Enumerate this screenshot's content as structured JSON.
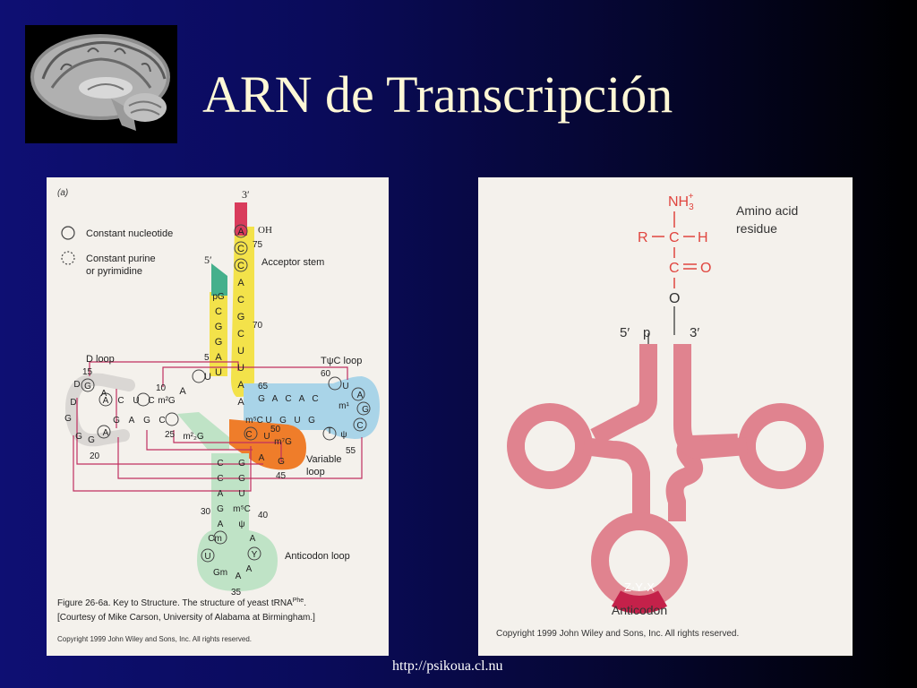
{
  "slide": {
    "title": "ARN de Transcripción",
    "url": "http://psikoua.cl.nu"
  },
  "brain_image": {
    "icon": "brain-section-image"
  },
  "left_figure": {
    "panel_label": "(a)",
    "legend": {
      "constant": "Constant nucleotide",
      "purine_line1": "Constant purine",
      "purine_line2": "or pyrimidine"
    },
    "labels": {
      "three_prime": "3′",
      "five_prime": "5′",
      "oh": "OH",
      "acceptor_stem": "Acceptor stem",
      "d_loop": "D loop",
      "tpsic_loop": "TψC loop",
      "variable_line1": "Variable",
      "variable_line2": "loop",
      "anticodon_loop": "Anticodon loop"
    },
    "numbers": {
      "n75": "75",
      "n70": "70",
      "n5": "5",
      "n65": "65",
      "n60": "60",
      "n15": "15",
      "n10": "10",
      "n25": "25",
      "n20": "20",
      "n50": "50",
      "n55": "55",
      "n45": "45",
      "n30": "30",
      "n40": "40",
      "n35": "35"
    },
    "bases": {
      "acc3": [
        "A",
        "C",
        "C",
        "A",
        "C",
        "G",
        "C",
        "U",
        "U",
        "A",
        "A"
      ],
      "acc5": [
        "pG",
        "C",
        "G",
        "G",
        "A",
        "U"
      ],
      "u8": "U",
      "a9": "A",
      "d_top": [
        "A",
        "C",
        "U",
        "C",
        "m²G"
      ],
      "d_bot": [
        "G",
        "A",
        "G",
        "C"
      ],
      "d_loop": [
        "D",
        "D",
        "G",
        "G",
        "G",
        "A",
        "G",
        "A"
      ],
      "t_top": [
        "G",
        "A",
        "C",
        "A",
        "C"
      ],
      "t_bot": [
        "m⁵C",
        "U",
        "G",
        "U",
        "G"
      ],
      "t_loop": [
        "U",
        "A",
        "m¹",
        "G",
        "C",
        "ψ",
        "T"
      ],
      "var": [
        "C",
        "U",
        "m⁷G",
        "A",
        "G"
      ],
      "m22g": "m²₂G",
      "ac_left": [
        "C",
        "C",
        "A",
        "G",
        "A"
      ],
      "ac_right": [
        "G",
        "G",
        "U",
        "m⁵C",
        "ψ"
      ],
      "ac_loop": [
        "Cm",
        "U",
        "Gm",
        "A",
        "A",
        "Y",
        "A"
      ]
    },
    "caption": {
      "line1": "Figure 26-6a.  Key to Structure. The structure of yeast tRNA",
      "line1_sup": "Phe",
      "line1_end": ".",
      "line2": "[Courtesy of Mike Carson, University of Alabama at Birmingham.]",
      "copyright": "Copyright 1999 John Wiley and Sons, Inc. All rights reserved."
    },
    "colors": {
      "acceptor": "#f3e24a",
      "red": "#d93c5c",
      "green5": "#45b08c",
      "blue": "#a9d4e8",
      "orange": "#ef7d2a",
      "lightgreen": "#bfe3c6",
      "link": "#c03060"
    }
  },
  "right_figure": {
    "nh3": "NH",
    "nh3_sub": "3",
    "nh3_sup": "+",
    "r": "R",
    "c": "C",
    "h": "H",
    "o_double": "O",
    "o_link": "O",
    "amino_line1": "Amino acid",
    "amino_line2": "residue",
    "five_prime": "5′",
    "p": "p",
    "three_prime": "3′",
    "anticodon_bases": "Z·Y·X",
    "anticodon_label": "Anticodon",
    "copyright": "Copyright 1999 John Wiley and Sons, Inc. All rights reserved.",
    "colors": {
      "strand": "#e0838f",
      "anticodon": "#c4214a",
      "chem": "#e0453f"
    }
  }
}
